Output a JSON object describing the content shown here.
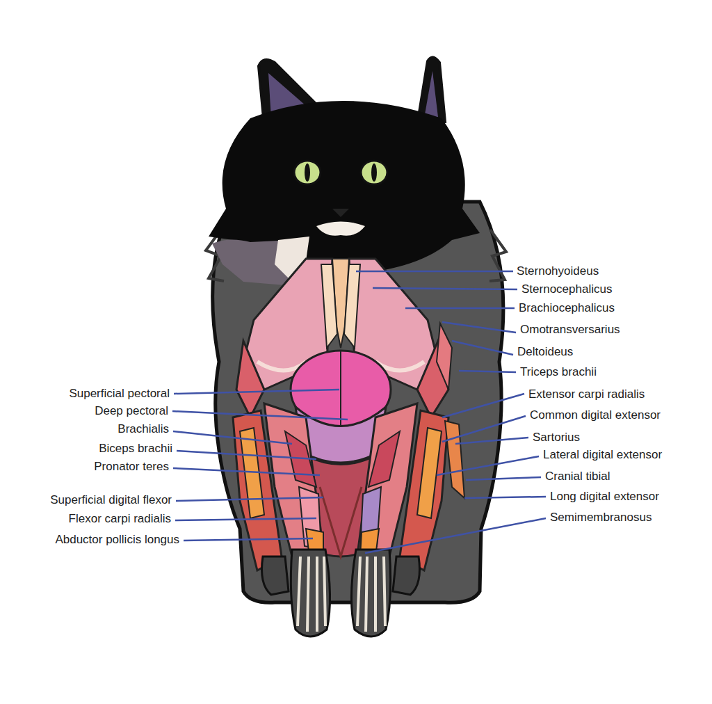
{
  "diagram": {
    "labels": [
      "Sternohyoideus",
      "Sternocephalicus",
      "Brachiocephalicus",
      "Omotransversarius",
      "Deltoideus",
      "Triceps brachii",
      "Extensor carpi radialis",
      "Common digital extensor",
      "Sartorius",
      "Lateral digital extensor",
      "Cranial tibial",
      "Long digital extensor",
      "Semimembranosus",
      "Superficial pectoral",
      "Deep pectoral",
      "Brachialis",
      "Biceps brachii",
      "Pronator teres",
      "Superficial digital flexor",
      "Flexor carpi radialis",
      "Abductor pollicis longus"
    ]
  }
}
